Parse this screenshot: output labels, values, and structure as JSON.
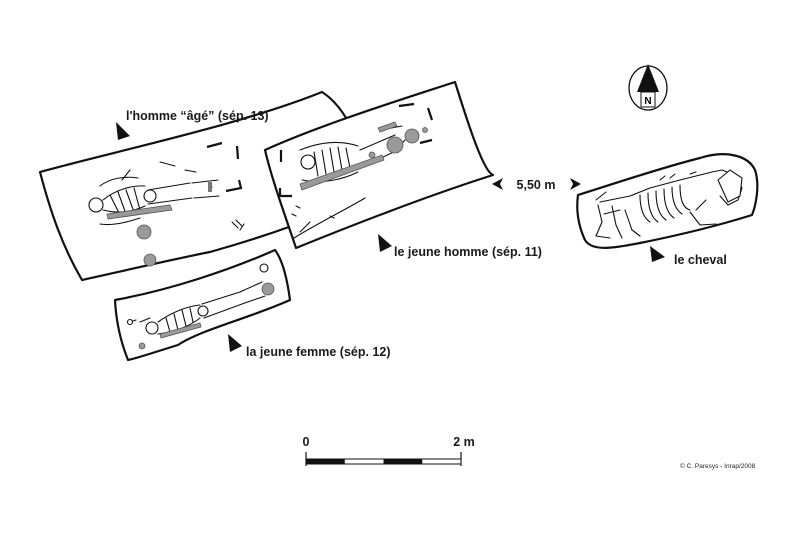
{
  "labels": {
    "man_old": "l'homme “âgé” (sép. 13)",
    "young_man": "le jeune homme (sép. 11)",
    "young_woman": "la jeune femme (sép. 12)",
    "horse": "le cheval",
    "distance": "5,50 m"
  },
  "north": {
    "letter": "N"
  },
  "scale": {
    "start": "0",
    "end": "2 m"
  },
  "credit": "© C. Paresys - Inrap/2008"
}
